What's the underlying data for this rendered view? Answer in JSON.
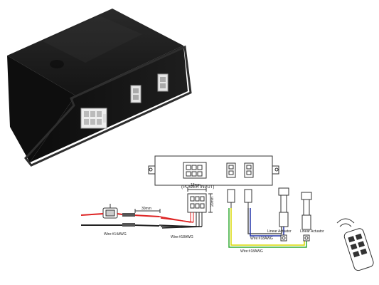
{
  "diagram": {
    "power_input_label": "(POWER INPUT)",
    "dim_width": "18mm",
    "dim_height": "20mm",
    "dim_fuse_length": "30mm",
    "wire_main": "Wire:#14AWG",
    "wire_harness": "Wire:#18AWG",
    "wire_actuator_1": "Wire:#18AWG",
    "wire_actuator_2": "Wire:#18AWG",
    "actuator_1_label": "Linear Actuator",
    "actuator_2_label": "Linear Actuator"
  }
}
